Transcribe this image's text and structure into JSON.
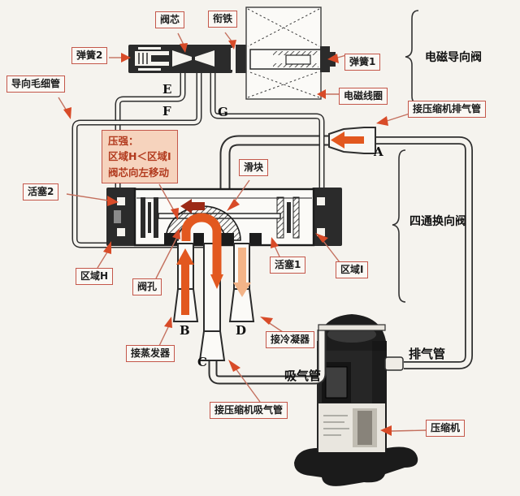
{
  "labels": {
    "valve_core": "阀芯",
    "armature": "衔铁",
    "spring2": "弹簧2",
    "spring1": "弹簧1",
    "solenoid_coil": "电磁线圈",
    "pilot_valve_group": "电磁导向阀",
    "guide_capillary": "导向毛细管",
    "to_compressor_discharge": "接压缩机排气管",
    "slider": "滑块",
    "piston2": "活塞2",
    "region_h": "区域H",
    "valve_hole": "阀孔",
    "piston1": "活塞1",
    "region_i": "区域I",
    "four_way_valve_group": "四通换向阀",
    "to_evaporator": "接蒸发器",
    "to_condenser": "接冷凝器",
    "suction_pipe": "吸气管",
    "discharge_pipe": "排气管",
    "to_compressor_suction": "接压缩机吸气管",
    "compressor": "压缩机"
  },
  "pressure_note": {
    "line1": "压强：",
    "line2": "区域H＜区域I",
    "line3": "阀芯向左移动"
  },
  "port_letters": {
    "a": "A",
    "b": "B",
    "c": "C",
    "d": "D",
    "e": "E",
    "f": "F",
    "g": "G"
  },
  "colors": {
    "label_border": "#c4574a",
    "flow_arrow_orange": "#e2581f",
    "flow_arrow_pale": "#f3b488",
    "slide_move_arrow_dark_red": "#9c2a16",
    "note_background": "#f6d3bd",
    "ink": "#1c1c1c"
  }
}
